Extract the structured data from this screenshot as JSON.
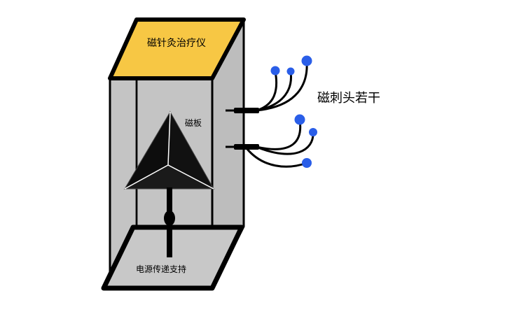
{
  "diagram": {
    "top_label": "磁针灸治疗仪",
    "plate_label": "磁板",
    "heads_label": "磁刺头若干",
    "base_label": "电源传递支持"
  },
  "colors": {
    "box_fill": "#c4c4c4",
    "top_fill": "#f7c744",
    "outline": "#000000",
    "head_dot": "#2a5ee8",
    "background": "#ffffff"
  }
}
